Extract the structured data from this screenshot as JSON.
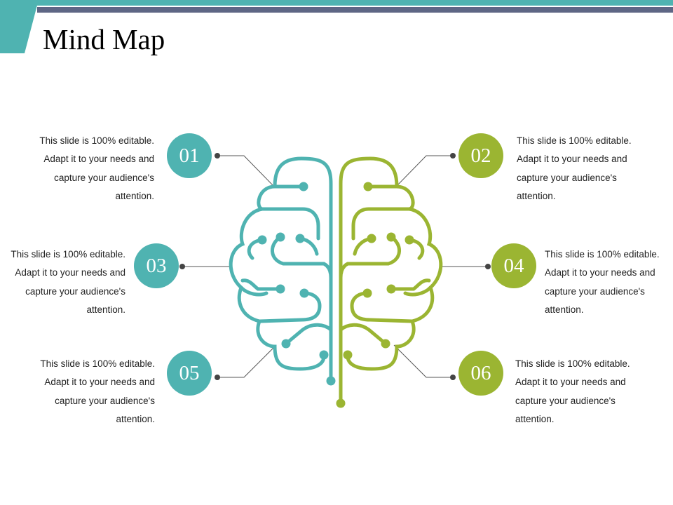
{
  "slide": {
    "title": "Mind Map"
  },
  "colors": {
    "teal": "#4fb3b1",
    "green": "#9bb532",
    "slate": "#5e6685",
    "connector": "#555555"
  },
  "nodes": [
    {
      "number": "01",
      "text": "This slide is 100% editable. Adapt it to your needs and capture your audience's attention."
    },
    {
      "number": "02",
      "text": "This slide is 100% editable. Adapt it to your needs and capture your audience's attention."
    },
    {
      "number": "03",
      "text": "This slide is 100% editable. Adapt it to your needs and capture your audience's attention."
    },
    {
      "number": "04",
      "text": "This slide is 100% editable. Adapt it to your needs and capture your audience's attention."
    },
    {
      "number": "05",
      "text": "This slide is 100% editable. Adapt it to your needs and capture your audience's attention."
    },
    {
      "number": "06",
      "text": "This slide is 100% editable. Adapt it to your needs and capture your audience's attention."
    }
  ]
}
